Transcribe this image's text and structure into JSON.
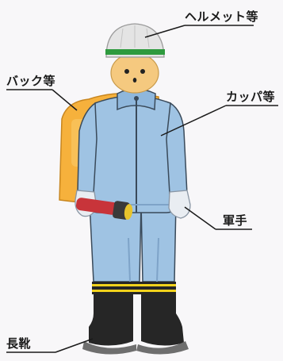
{
  "labels": {
    "helmet": "ヘルメット等",
    "backpack": "バック等",
    "raincoat": "カッパ等",
    "gloves": "軍手",
    "boots": "長靴"
  },
  "colors": {
    "raincoat": "#9fc3e3",
    "raincoat_dark": "#7ea3c8",
    "helmet": "#e4e4e4",
    "helmet_stripe": "#2e9a3e",
    "skin": "#f5c97f",
    "backpack": "#f6b13c",
    "boots": "#262626",
    "reflective_band": "#f1d21c",
    "flashlight_body": "#c8343a",
    "flashlight_lens": "#e8c42c",
    "gloves": "#e9edf2",
    "outline": "#3a4a5a"
  },
  "icons": {
    "figure": "rescue-worker-figure",
    "flashlight": "flashlight-icon"
  }
}
